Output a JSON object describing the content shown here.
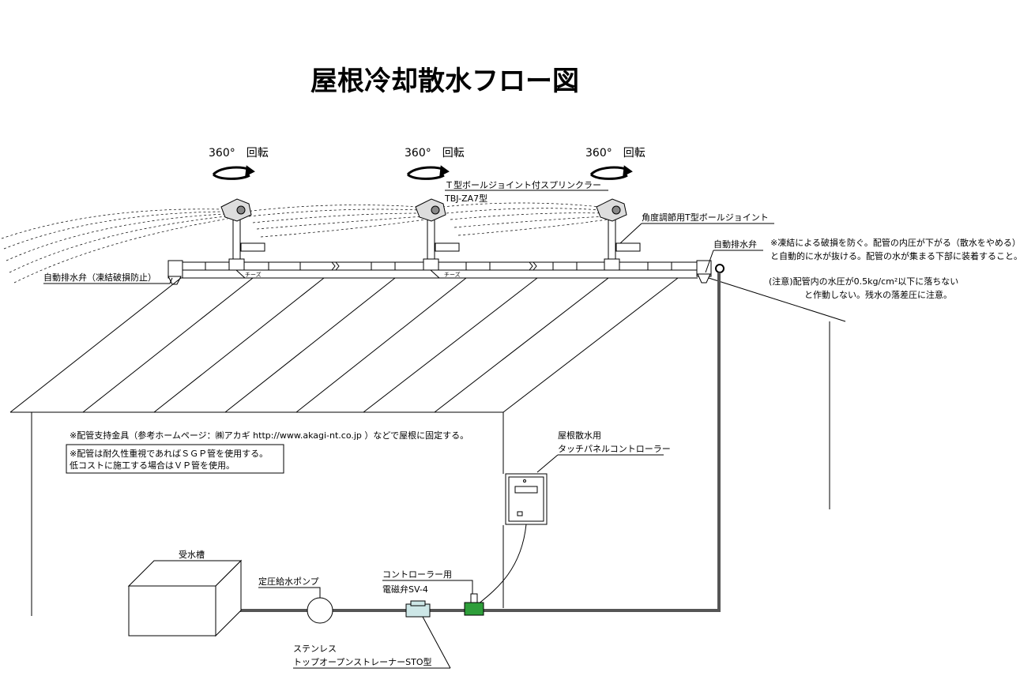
{
  "title": "屋根冷却散水フロー図",
  "rotation_label": "360°　回転",
  "labels": {
    "sprinkler_name": "Ｔ型ボールジョイント付スプリンクラー",
    "sprinkler_model": "TBJ-ZA7型",
    "angle_joint": "角度調節用T型ボールジョイント",
    "auto_drain_right": "自動排水弁",
    "auto_drain_left": "自動排水弁（凍結破損防止）",
    "tees": "チーズ",
    "note1_line1": "※凍結による破損を防ぐ。配管の内圧が下がる（散水をやめる）",
    "note1_line2": "と自動的に水が抜ける。配管の水が集まる下部に装着すること。",
    "note2_line1": "(注意)配管内の水圧が0.5kg/cm²以下に落ちない",
    "note2_line2": "と作動しない。残水の落差圧に注意。",
    "support_note": "※配管支持金具（参考ホームページ：㈱アカギ http://www.akagi-nt.co.jp ）などで屋根に固定する。",
    "pipe_note_line1": "※配管は耐久性重視であればＳＧＰ管を使用する。",
    "pipe_note_line2": "低コストに施工する場合はＶＰ管を使用。",
    "controller_line1": "屋根散水用",
    "controller_line2": "タッチパネルコントローラー",
    "tank": "受水槽",
    "pump": "定圧給水ポンプ",
    "valve_line1": "コントローラー用",
    "valve_line2": "電磁弁SV-4",
    "strainer_line1": "ステンレス",
    "strainer_line2": "トップオープンストレーナーSTO型"
  },
  "colors": {
    "line": "#000000",
    "valve_green": "#2e9e3a"
  }
}
